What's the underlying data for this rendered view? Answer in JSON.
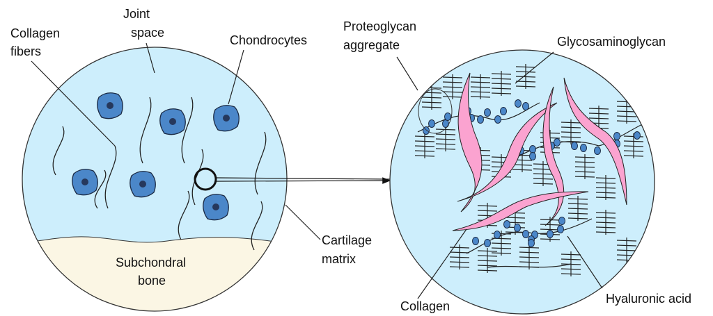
{
  "labels": {
    "collagen_fibers": [
      "Collagen",
      "fibers"
    ],
    "joint_space": [
      "Joint",
      "space"
    ],
    "chondrocytes": "Chondrocytes",
    "proteoglycan_aggregate": [
      "Proteoglycan",
      "aggregate"
    ],
    "glycosaminoglycan": "Glycosaminoglycan",
    "cartilage_matrix": [
      "Cartilage",
      "matrix"
    ],
    "subchondral_bone": [
      "Subchondral",
      "bone"
    ],
    "collagen": "Collagen",
    "hyaluronic_acid": "Hyaluronic acid"
  },
  "colors": {
    "matrix": "#cdeefc",
    "bone": "#fbf6e4",
    "chondrocyte": "#4b87c9",
    "nucleus": "#26385c",
    "collagen": "#fba3d0",
    "outline": "#222222"
  }
}
